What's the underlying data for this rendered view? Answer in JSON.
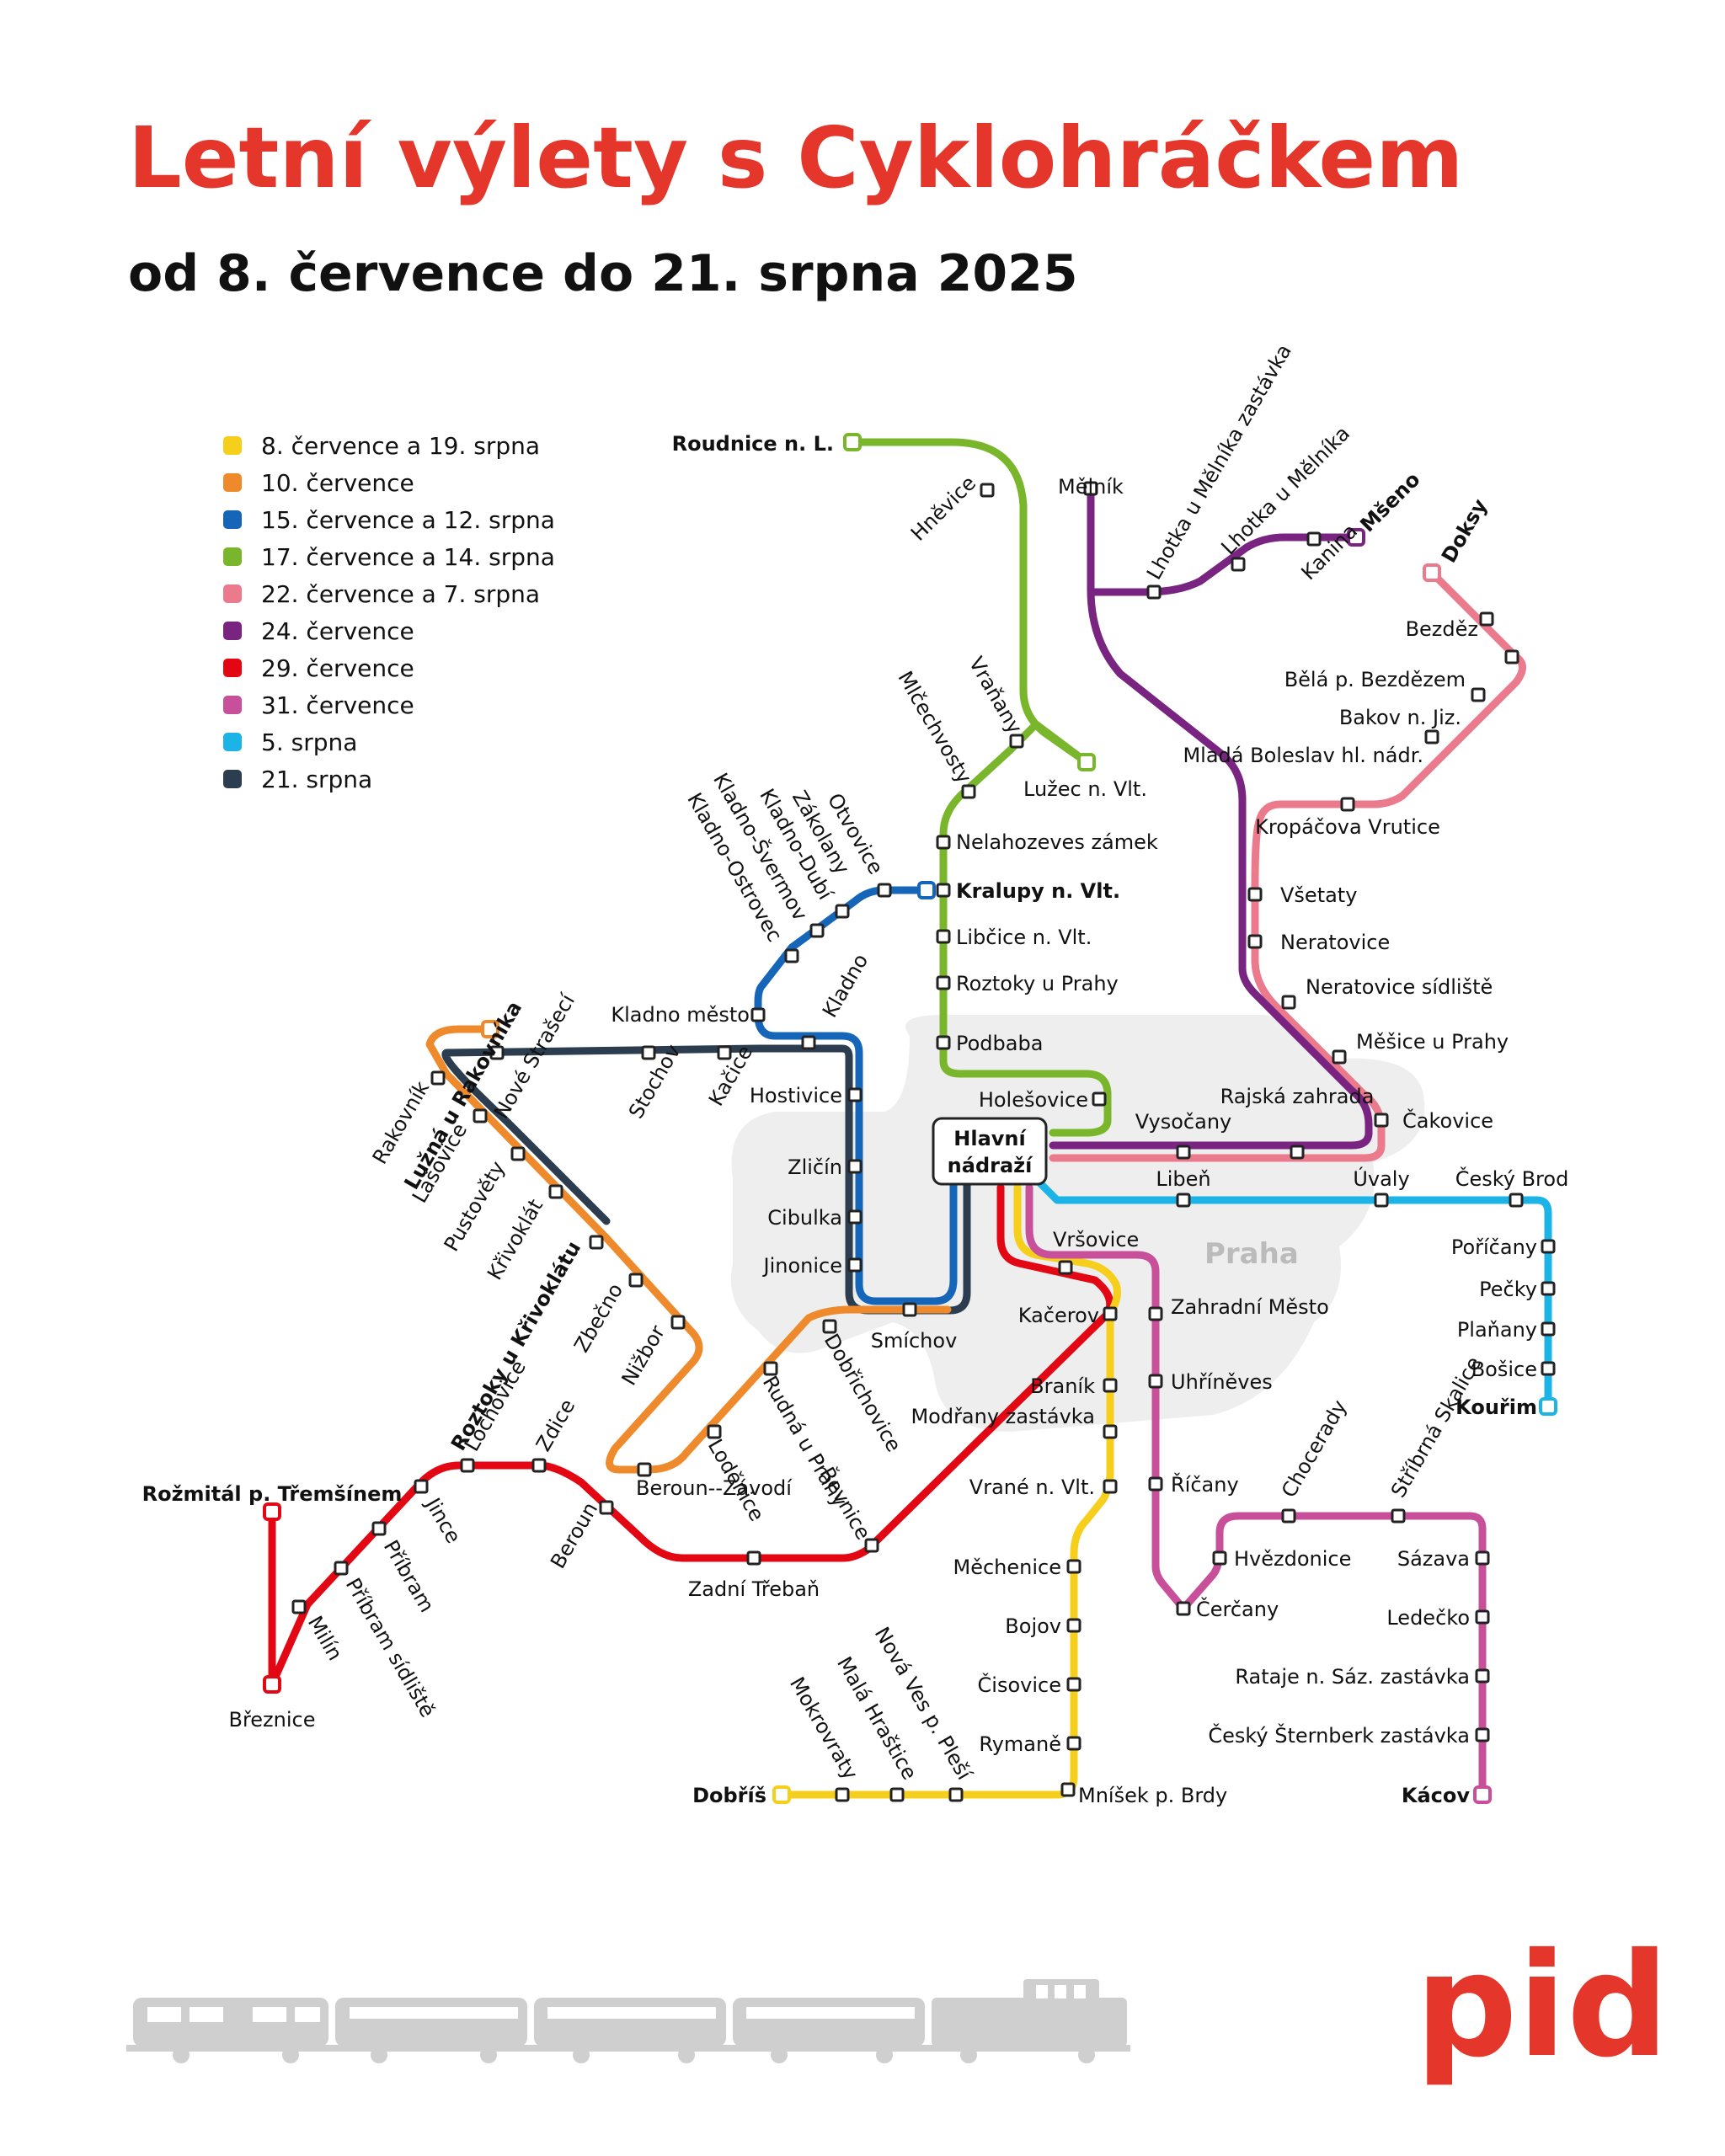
{
  "title": "Letní výlety s Cyklohráčkem",
  "subtitle": "od 8. července do 21. srpna 2025",
  "city_label": "Praha",
  "hub": {
    "line1": "Hlavní",
    "line2": "nádraží"
  },
  "logo_text": "pid",
  "colors": {
    "title": "#e5362b",
    "yellow": "#f6cf1d",
    "orange": "#ef8a2c",
    "blue": "#1565b8",
    "green": "#7ab62c",
    "pink": "#ea7a8c",
    "purple": "#7a2482",
    "red": "#e30613",
    "magenta": "#c8509b",
    "cyan": "#1cb3e6",
    "navy": "#2b3d4f",
    "city": "#eeeeee",
    "train": "#c8c8c8"
  },
  "legend": [
    {
      "color": "yellow",
      "label": "8. července a 19. srpna"
    },
    {
      "color": "orange",
      "label": "10. července"
    },
    {
      "color": "blue",
      "label": "15. července a 12. srpna"
    },
    {
      "color": "green",
      "label": "17. července a 14. srpna"
    },
    {
      "color": "pink",
      "label": "22. července a 7. srpna"
    },
    {
      "color": "purple",
      "label": "24. července"
    },
    {
      "color": "red",
      "label": "29. července"
    },
    {
      "color": "magenta",
      "label": "31. července"
    },
    {
      "color": "cyan",
      "label": "5. srpna"
    },
    {
      "color": "navy",
      "label": "21. srpna"
    }
  ],
  "stations": {
    "roudnice": "Roudnice n. L.",
    "hnevice": "Hněvice",
    "vranany": "Vraňany",
    "micechvosty": "Mlčechvosty",
    "luzec": "Lužec n. Vlt.",
    "nelahozeves": "Nelahozeves zámek",
    "kralupy": "Kralupy n. Vlt.",
    "libcice": "Libčice n. Vlt.",
    "roztoky": "Roztoky u Prahy",
    "podbaba": "Podbaba",
    "holesovice": "Holešovice",
    "otvovice": "Otvovice",
    "zakolany": "Zákolany",
    "kladno_dubi": "Kladno-Dubí",
    "kladno_svermov": "Kladno-Švermov",
    "kladno_ostrovec": "Kladno-Ostrovec",
    "kladno_mesto": "Kladno město",
    "kladno": "Kladno",
    "hostivice": "Hostivice",
    "zlicin": "Zličín",
    "cibulka": "Cibulka",
    "jinonice": "Jinonice",
    "smichov": "Smíchov",
    "luzna": "Lužná u Rakovníka",
    "rakovnik": "Rakovník",
    "nove_straseci": "Nové Strašecí",
    "stochov": "Stochov",
    "kacice": "Kačice",
    "lasovice": "Lašovice",
    "pustoveti": "Pustověty",
    "krivoklat": "Křivoklát",
    "roztoky_kriv": "Roztoky u Křivoklátu",
    "zbecno": "Zbečno",
    "nizbor": "Nižbor",
    "beroun_zavodi": "Beroun--Závodí",
    "lodenice": "Loděnice",
    "rudna": "Rudná u Prahy",
    "dobrichovice": "Dobřichovice",
    "revnice": "Řevnice",
    "beroun": "Beroun",
    "zadni_treban": "Zadní Třebaň",
    "zdice": "Zdice",
    "lochovice": "Lochovice",
    "jince": "Jince",
    "pribram": "Příbram",
    "pribram_sidliste": "Příbram sídliště",
    "milin": "Milín",
    "breznice": "Březnice",
    "rozmital": "Rožmitál p. Třemšínem",
    "melnik": "Mělník",
    "lhotka_zast": "Lhotka u Mělníka zastávka",
    "lhotka": "Lhotka u Mělníka",
    "kanina": "Kanina",
    "mseno": "Mšeno",
    "doksy": "Doksy",
    "bezdez": "Bezděz",
    "bela": "Bělá p. Bezdězem",
    "bakov": "Bakov n. Jiz.",
    "mlada_boleslav": "Mladá Boleslav hl. nádr.",
    "kropacova": "Kropáčova Vrutice",
    "vsetaty": "Všetaty",
    "neratovice": "Neratovice",
    "neratovice_sid": "Neratovice sídliště",
    "mesice": "Měšice u Prahy",
    "cakovice": "Čakovice",
    "rajska": "Rajská zahrada",
    "vysocany": "Vysočany",
    "liben": "Libeň",
    "uvaly": "Úvaly",
    "cesky_brod": "Český Brod",
    "poricany": "Poříčany",
    "pecky": "Pečky",
    "planany": "Plaňany",
    "bosice": "Bošice",
    "kourim": "Kouřim",
    "vrsovice": "Vršovice",
    "kacerov": "Kačerov",
    "branik": "Braník",
    "modrany": "Modřany zastávka",
    "vrane": "Vrané n. Vlt.",
    "mechenice": "Měchenice",
    "bojov": "Bojov",
    "cisovice": "Čisovice",
    "rymane": "Rymaně",
    "mnisek": "Mníšek p. Brdy",
    "nova_ves": "Nová Ves p. Pleší",
    "mala_hrastice": "Malá Hraštice",
    "mokrovraty": "Mokrovraty",
    "dobris": "Dobříš",
    "zahradni_mesto": "Zahradní Město",
    "uhrineves": "Uhříněves",
    "ricany": "Říčany",
    "cercany": "Čerčany",
    "hvezdonice": "Hvězdonice",
    "choceradi": "Choceradу",
    "stribrna_skalice": "Stříbrná Skalice",
    "sazava": "Sázava",
    "ledecko": "Ledečko",
    "rataje": "Rataje n. Sáz. zastávka",
    "cesky_sternberk": "Český Šternberk zastávka",
    "kacov": "Kácov"
  }
}
